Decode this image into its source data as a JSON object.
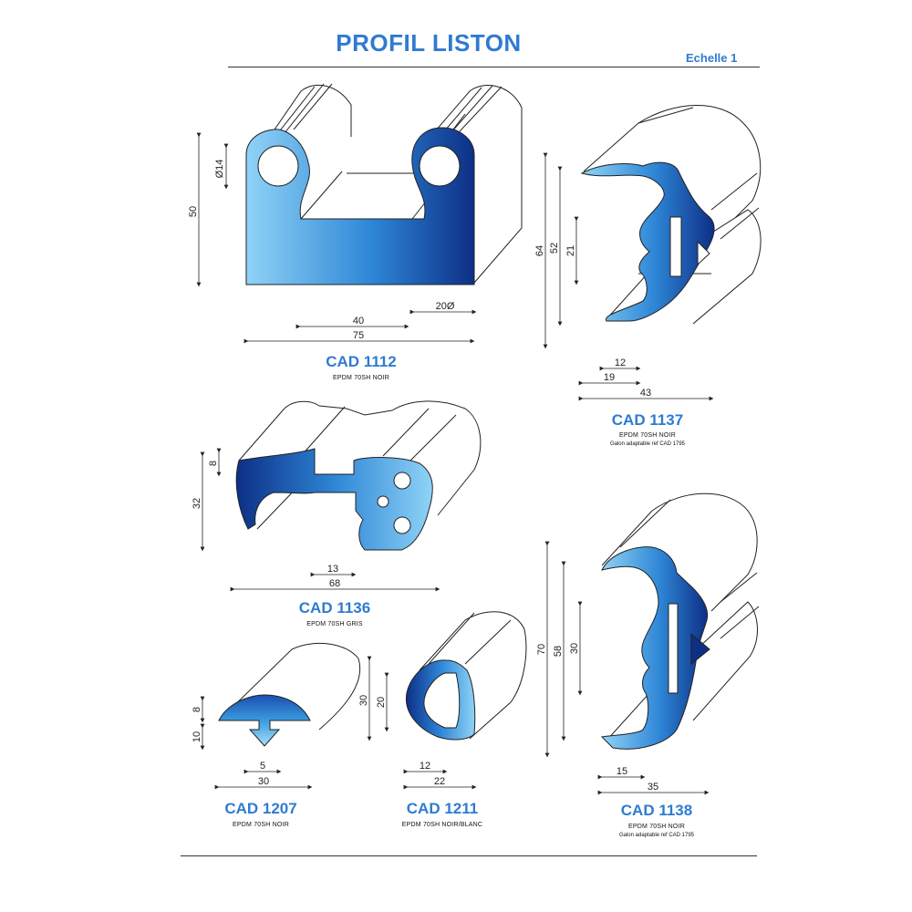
{
  "header": {
    "title": "PROFIL LISTON",
    "scale": "Echelle 1"
  },
  "profiles": [
    {
      "code": "CAD 1112",
      "material": "EPDM 70SH NOIR",
      "note": "",
      "dims": {
        "height": "50",
        "diameter": "Ø14",
        "inner_width": "40",
        "side": "20Ø",
        "width": "75"
      }
    },
    {
      "code": "CAD 1137",
      "material": "EPDM 70SH NOIR",
      "note": "Galon adaptable ref CAD 1795",
      "dims": {
        "total_height": "64",
        "height": "52",
        "slot": "21",
        "a": "12",
        "b": "19",
        "width": "43"
      }
    },
    {
      "code": "CAD 1136",
      "material": "EPDM 70SH GRIS",
      "note": "",
      "dims": {
        "lip": "8",
        "height": "32",
        "slot": "13",
        "width": "68"
      }
    },
    {
      "code": "CAD 1207",
      "material": "EPDM 70SH NOIR",
      "note": "",
      "dims": {
        "head": "8",
        "foot": "10",
        "stem": "5",
        "width": "30"
      }
    },
    {
      "code": "CAD 1211",
      "material": "EPDM 70SH NOIR/BLANC",
      "note": "",
      "dims": {
        "height": "30",
        "inner": "20",
        "a": "12",
        "width": "22"
      }
    },
    {
      "code": "CAD 1138",
      "material": "EPDM 70SH NOIR",
      "note": "Galon adaptable ref CAD 1795",
      "dims": {
        "total_height": "70",
        "height": "58",
        "slot": "30",
        "a": "15",
        "width": "35"
      }
    }
  ]
}
